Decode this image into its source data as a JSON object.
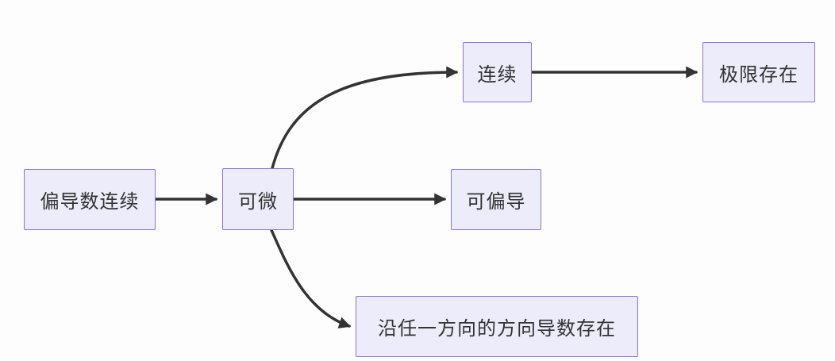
{
  "diagram": {
    "type": "flowchart",
    "direction": "left-to-right",
    "nodes": {
      "partial_deriv_continuous": {
        "label": "偏导数连续"
      },
      "differentiable": {
        "label": "可微"
      },
      "continuous": {
        "label": "连续"
      },
      "limit_exists": {
        "label": "极限存在"
      },
      "partially_differentiable": {
        "label": "可偏导"
      },
      "directional_derivative": {
        "label": "沿任一方向的方向导数存在"
      }
    },
    "edges": [
      {
        "from": "偏导数连续",
        "to": "可微"
      },
      {
        "from": "可微",
        "to": "连续"
      },
      {
        "from": "连续",
        "to": "极限存在"
      },
      {
        "from": "可微",
        "to": "可偏导"
      },
      {
        "from": "可微",
        "to": "沿任一方向的方向导数存在"
      }
    ],
    "colors": {
      "node_fill": "#ECECFA",
      "node_border": "#9370DB",
      "node_text": "#333333",
      "edge_stroke": "#333333",
      "background": "#FDFDFD"
    }
  }
}
